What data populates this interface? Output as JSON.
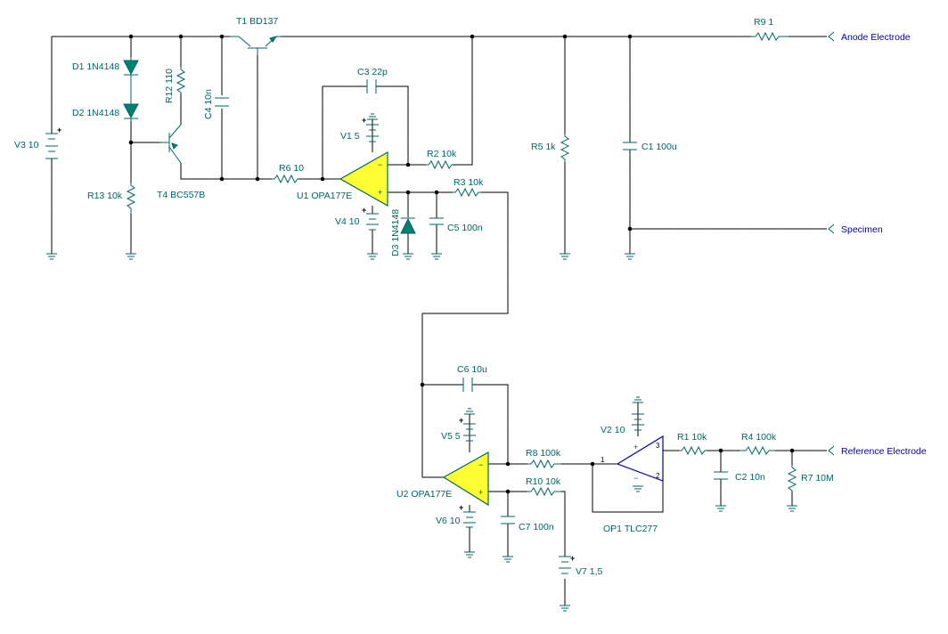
{
  "components": {
    "V3": "V3 10",
    "D1": "D1 1N4148",
    "D2": "D2 1N4148",
    "R13": "R13 10k",
    "R12": "R12 110",
    "C4": "C4 10n",
    "T1": "T1 BD137",
    "T4": "T4 BC557B",
    "R6": "R6 10",
    "C3": "C3 22p",
    "V1": "V1 5",
    "R2": "R2 10k",
    "U1": "U1 OPA177E",
    "R3": "R3 10k",
    "V4": "V4 10",
    "D3": "D3 1N4148",
    "C5": "C5 100n",
    "R5": "R5 1k",
    "C1": "C1 100u",
    "R9": "R9 1",
    "C6": "C6 10u",
    "V5": "V5 5",
    "U2": "U2 OPA177E",
    "R8": "R8 100k",
    "R10": "R10 10k",
    "V6": "V6 10",
    "C7": "C7 100n",
    "V7": "V7 1,5",
    "V2": "V2 10",
    "OP1": "OP1 TLC277",
    "R1": "R1 10k",
    "R4": "R4 100k",
    "C2": "C2 10n",
    "R7": "R7 10M"
  },
  "terminals": {
    "anode": "Anode Electrode",
    "specimen": "Specimen",
    "reference": "Reference Electrode"
  },
  "pins": {
    "op1_in": "1",
    "op1_out": "3",
    "op1_gnd": "2"
  },
  "signs": {
    "plus": "+",
    "minus": "−"
  },
  "colors": {
    "wire": "#000000",
    "component": "#006666",
    "opamp_fill": "#ffff33",
    "terminal_text": "#0000aa",
    "grid": "#e8e8e8"
  }
}
